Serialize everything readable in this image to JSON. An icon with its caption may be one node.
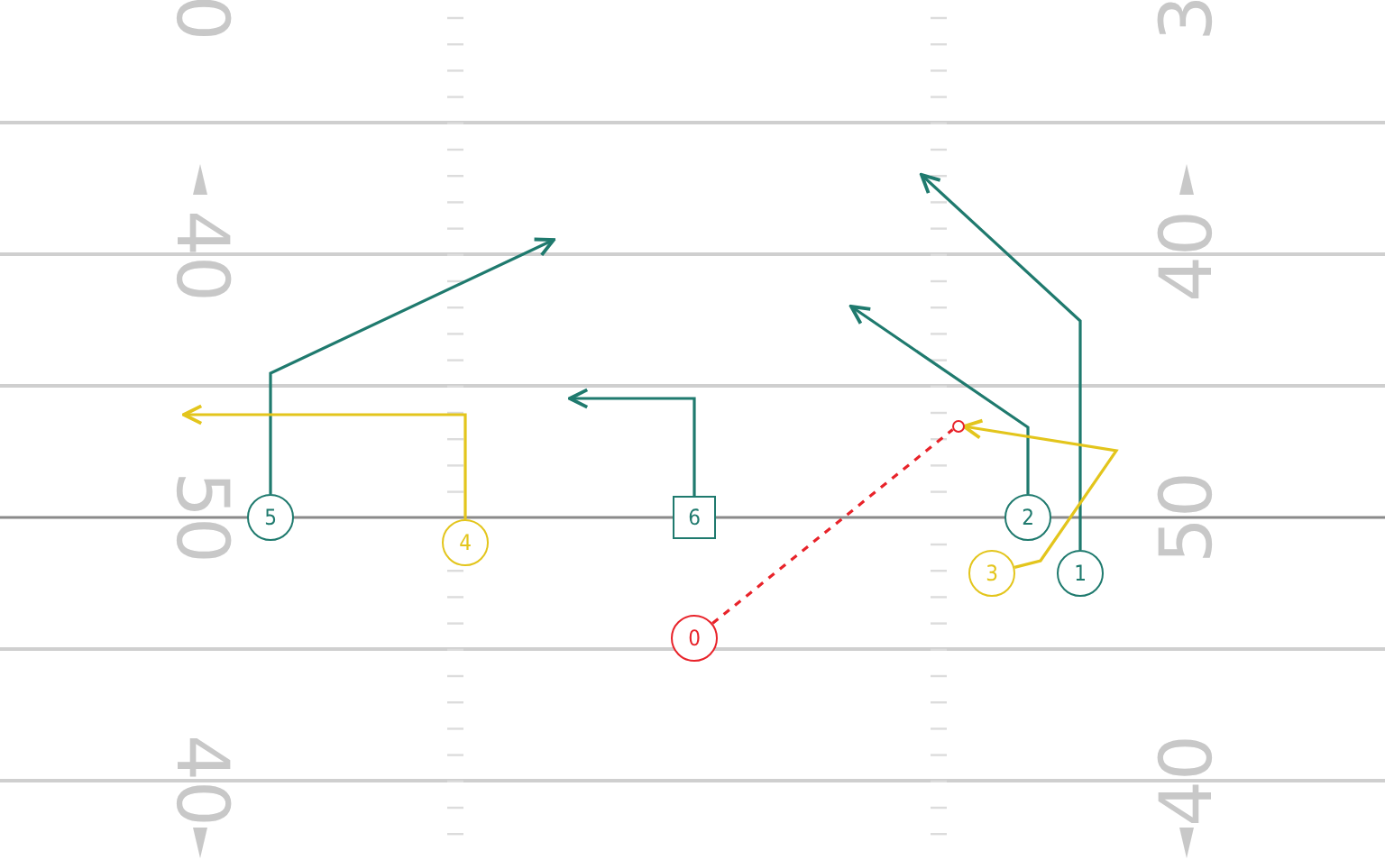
{
  "diagram": {
    "nodes": [
      {
        "text": [],
        "shape": "circle"
      },
      {
        "text": [
          "5"
        ]
      },
      {
        "text": [
          "6"
        ]
      },
      {
        "text": [
          "2"
        ]
      },
      {
        "text": [
          "4"
        ]
      },
      {
        "text": [
          "3"
        ]
      },
      {
        "text": [
          "1"
        ]
      },
      {
        "text": [
          "0"
        ]
      }
    ],
    "edges": [
      {
        "from": 1,
        "to": null,
        "arrow": "to"
      },
      {
        "from": 4,
        "to": null,
        "arrow": "to",
        "color": "#e3c51c"
      },
      {
        "from": 2,
        "to": null,
        "arrow": "to"
      },
      {
        "from": 3,
        "to": null,
        "arrow": "to"
      },
      {
        "from": 6,
        "to": null,
        "arrow": "to"
      },
      {
        "from": 5,
        "to": 0,
        "arrow": "to",
        "color": "#e3c51c"
      },
      {
        "from": 7,
        "to": 0,
        "arrow": "none",
        "style": "dashed",
        "color": "#e8232a"
      }
    ],
    "labels": [
      "0",
      "40",
      "50",
      "40",
      "3",
      "40",
      "50",
      "40"
    ]
  }
}
